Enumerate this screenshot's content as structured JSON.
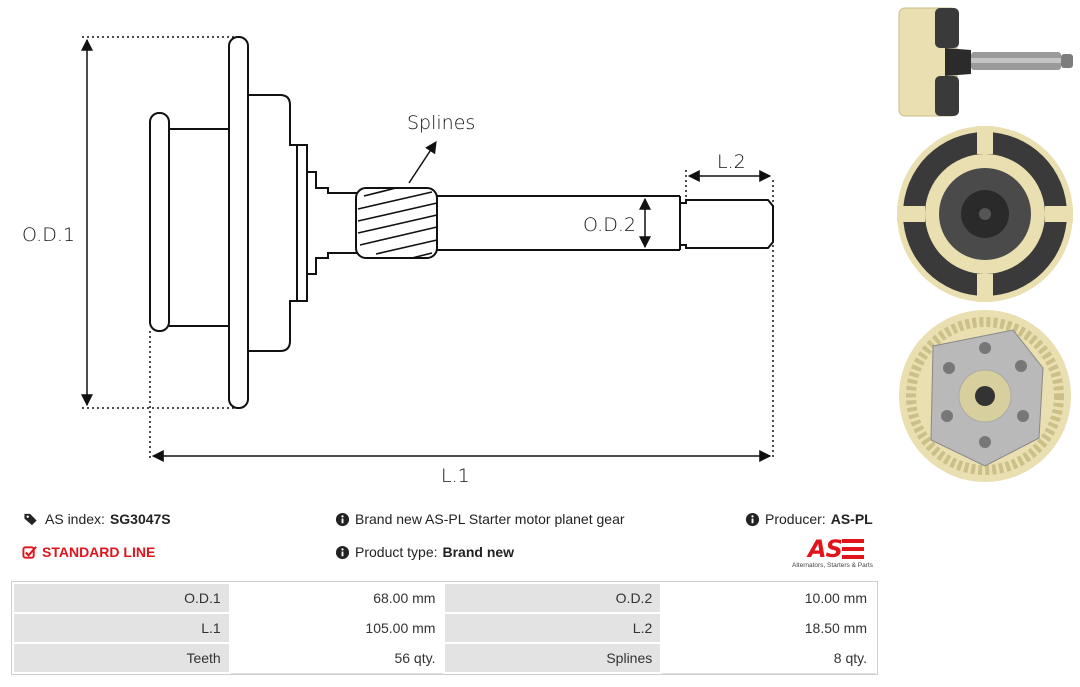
{
  "drawing": {
    "labels": {
      "od1": "O.D.1",
      "od2": "O.D.2",
      "l1": "L.1",
      "l2": "L.2",
      "splines": "Splines"
    }
  },
  "info": {
    "as_index_label": "AS index:",
    "as_index_value": "SG3047S",
    "line_label": "STANDARD LINE",
    "description": "Brand new AS-PL Starter motor planet gear",
    "product_type_label": "Product type:",
    "product_type_value": "Brand new",
    "producer_label": "Producer:",
    "producer_value": "AS-PL"
  },
  "logo": {
    "mark": "AS",
    "tagline": "Alternators, Starters & Parts"
  },
  "specs": [
    {
      "k1": "O.D.1",
      "v1": "68.00 mm",
      "k2": "O.D.2",
      "v2": "10.00 mm"
    },
    {
      "k1": "L.1",
      "v1": "105.00 mm",
      "k2": "L.2",
      "v2": "18.50 mm"
    },
    {
      "k1": "Teeth",
      "v1": "56 qty.",
      "k2": "Splines",
      "v2": "8 qty."
    }
  ],
  "colors": {
    "accent": "#e1141b",
    "cell_key_bg": "#e3e3e3",
    "gear_plastic": "#e9dfb0",
    "rubber": "#3a3a3a"
  }
}
